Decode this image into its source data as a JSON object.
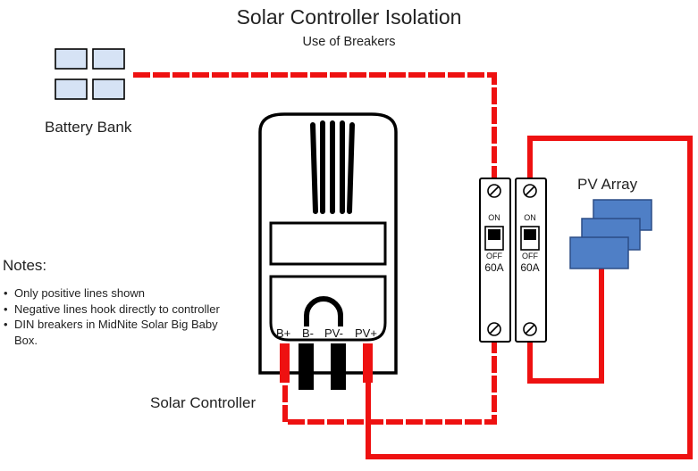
{
  "title": "Solar Controller Isolation",
  "subtitle": "Use of Breakers",
  "battery": {
    "label": "Battery Bank"
  },
  "pv_array": {
    "label": "PV Array"
  },
  "controller": {
    "label": "Solar Controller",
    "terminals": [
      "B+",
      "B-",
      "PV-",
      "PV+"
    ]
  },
  "breakers": [
    {
      "on": "ON",
      "off": "OFF",
      "rating": "60A"
    },
    {
      "on": "ON",
      "off": "OFF",
      "rating": "60A"
    }
  ],
  "notes": {
    "heading": "Notes:",
    "items": [
      "Only positive lines shown",
      "Negative lines hook directly to controller",
      "DIN breakers in MidNite Solar Big Baby Box."
    ]
  },
  "colors": {
    "wire": "#ee1111",
    "panel_fill": "#d6e3f5",
    "pv_fill": "#4f7fc6",
    "outline": "#000000"
  }
}
